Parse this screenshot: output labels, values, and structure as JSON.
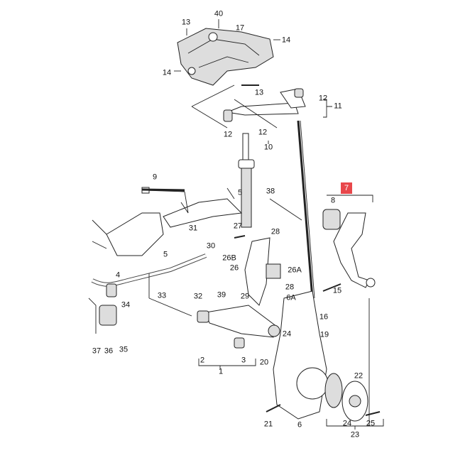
{
  "labels": {
    "l13a": "13",
    "l40": "40",
    "l17": "17",
    "l14a": "14",
    "l14b": "14",
    "l13b": "13",
    "l12a": "12",
    "l11": "11",
    "l12b": "12",
    "l12c": "12",
    "l10": "10",
    "l9": "9",
    "l38": "38",
    "l5a": "5",
    "l8": "8",
    "l31": "31",
    "l27": "27",
    "l28a": "28",
    "l5b": "5",
    "l30": "30",
    "l26B": "26B",
    "l4": "4",
    "l26": "26",
    "l26A": "26A",
    "l15": "15",
    "l33": "33",
    "l32": "32",
    "l39": "39",
    "l29": "29",
    "l28b": "28",
    "l6A": "6A",
    "l34": "34",
    "l16": "16",
    "l24a": "24",
    "l19": "19",
    "l37": "37",
    "l36": "36",
    "l35": "35",
    "l2": "2",
    "l3": "3",
    "l1": "1",
    "l20": "20",
    "l22": "22",
    "l21": "21",
    "l6b": "6",
    "l24b": "24",
    "l25": "25",
    "l23": "23"
  },
  "highlight": "7",
  "highlight_color": "#e8474b"
}
